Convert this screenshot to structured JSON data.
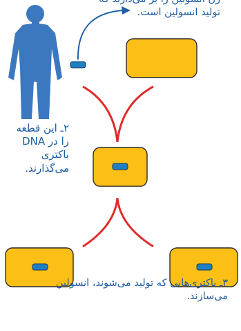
{
  "captions": {
    "step1_line1": "ژن انسولین را بر می‌دارند که",
    "step1_line2": "تولید انسولین است.",
    "step2_lines": [
      "۲ـ این قطعه",
      "را در DNA",
      "باکتری",
      "می‌گذارند."
    ],
    "step3": "۳ـ باکتری‌هایی که تولید می‌شوند، انسولین می‌سازند."
  },
  "colors": {
    "bacteria_fill": "#fbbf15",
    "bacteria_stroke": "#2b2b2b",
    "dna_fill": "#1f7fc4",
    "arrow": "#1f5ea8",
    "split_lines": "#e22b2b",
    "human": "#3c78c0",
    "text": "#1d5ca6"
  },
  "icons": {
    "human": "human-silhouette-icon",
    "arrow": "curved-arrow-icon"
  }
}
